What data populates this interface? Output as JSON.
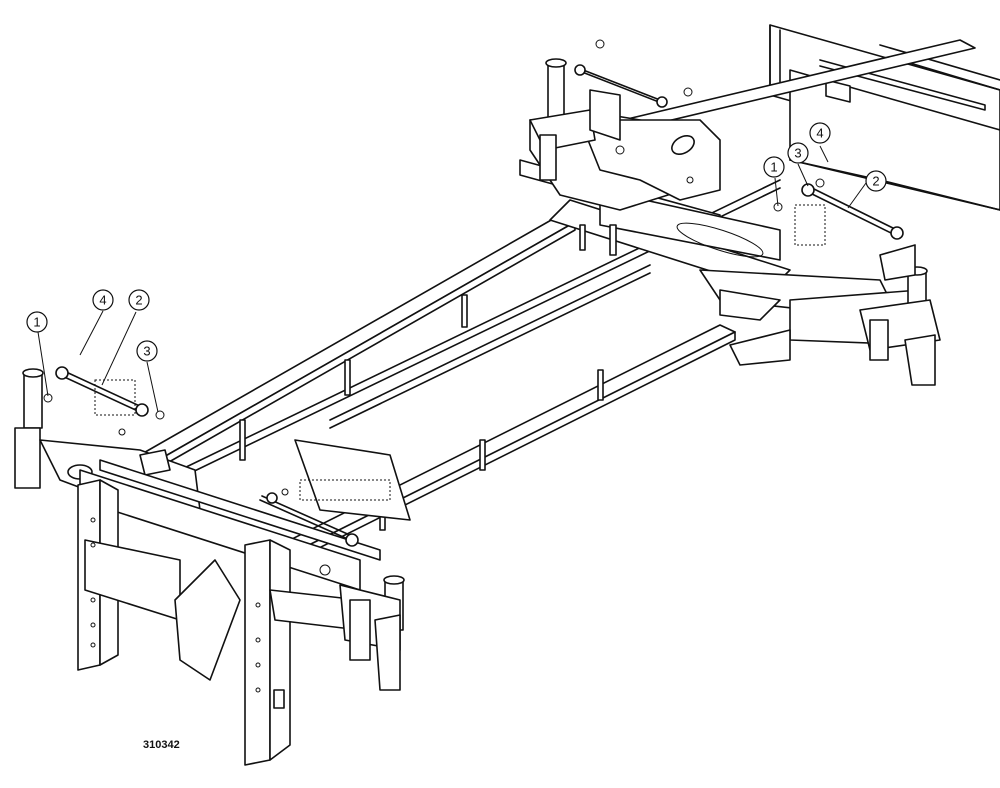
{
  "drawing_number": "310342",
  "callouts": [
    {
      "label": "1"
    },
    {
      "label": "2"
    },
    {
      "label": "3"
    },
    {
      "label": "4"
    },
    {
      "label": "1"
    },
    {
      "label": "3"
    },
    {
      "label": "4"
    },
    {
      "label": "2"
    }
  ]
}
